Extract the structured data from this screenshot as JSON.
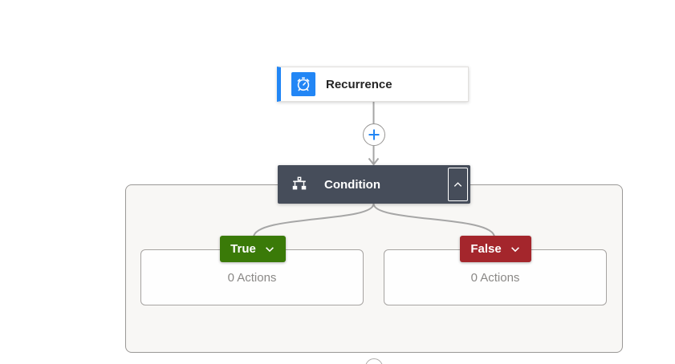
{
  "app": "flow-designer-canvas",
  "trigger_card": {
    "title": "Recurrence",
    "icon": "alarm-clock-icon",
    "icon_bg_color": "#2286f5",
    "accent_color": "#2286f5"
  },
  "insert_button": {
    "icon": "plus-icon",
    "plus_color": "#2286f5"
  },
  "condition_card": {
    "title": "Condition",
    "icon": "branch-icon",
    "bg_color": "#464d5a",
    "collapse_icon": "chevron-up-icon"
  },
  "branches": [
    {
      "label": "True",
      "color": "#3a7a08",
      "placeholder": "0 Actions"
    },
    {
      "label": "False",
      "color": "#a4262c",
      "placeholder": "0 Actions"
    }
  ],
  "colors": {
    "connector": "#a6a6a6",
    "scope_background": "#f8f7f5",
    "scope_border": "#9a9896",
    "placeholder_text": "#8a8886"
  }
}
